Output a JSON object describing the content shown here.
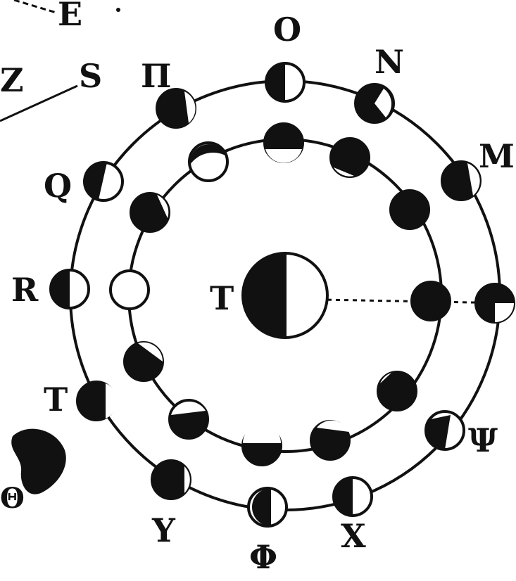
{
  "figure": {
    "colors": {
      "ink": "#111111",
      "paper": "#ffffff"
    },
    "earth": {
      "label": "T",
      "phase": "left-half-dark"
    },
    "outer_orbit_labels": {
      "O": "O",
      "N": "N",
      "M": "M",
      "Psi": "Ψ",
      "X": "X",
      "Phi": "Φ",
      "Y": "Y",
      "T": "T",
      "R": "R",
      "Q": "Q",
      "Pi": "Π"
    },
    "corner_labels": {
      "E": "E",
      "Z": "Z",
      "S": "S",
      "Theta": "Θ"
    }
  }
}
